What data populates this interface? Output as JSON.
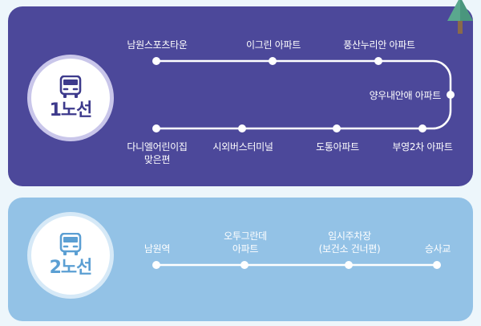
{
  "routes": [
    {
      "name": "1노선",
      "stops": [
        "남원스포츠타운",
        "이그린 아파트",
        "풍산누리안 아파트",
        "양우내안애 아파트",
        "부영2차 아파트",
        "도통아파트",
        "시외버스터미널",
        "다니엘어린이집",
        "맞은편"
      ]
    },
    {
      "name": "2노선",
      "stops": [
        "남원역",
        "오투그란데",
        "아파트",
        "임시주차장",
        "(보건소 건너편)",
        "승사교"
      ]
    }
  ],
  "colors": {
    "route1_panel": "#4c489a",
    "route2_panel": "#93c2e6",
    "page_background": "#edf6fb",
    "line": "#ffffff"
  },
  "icons": [
    "bus-icon",
    "tree-icon"
  ]
}
